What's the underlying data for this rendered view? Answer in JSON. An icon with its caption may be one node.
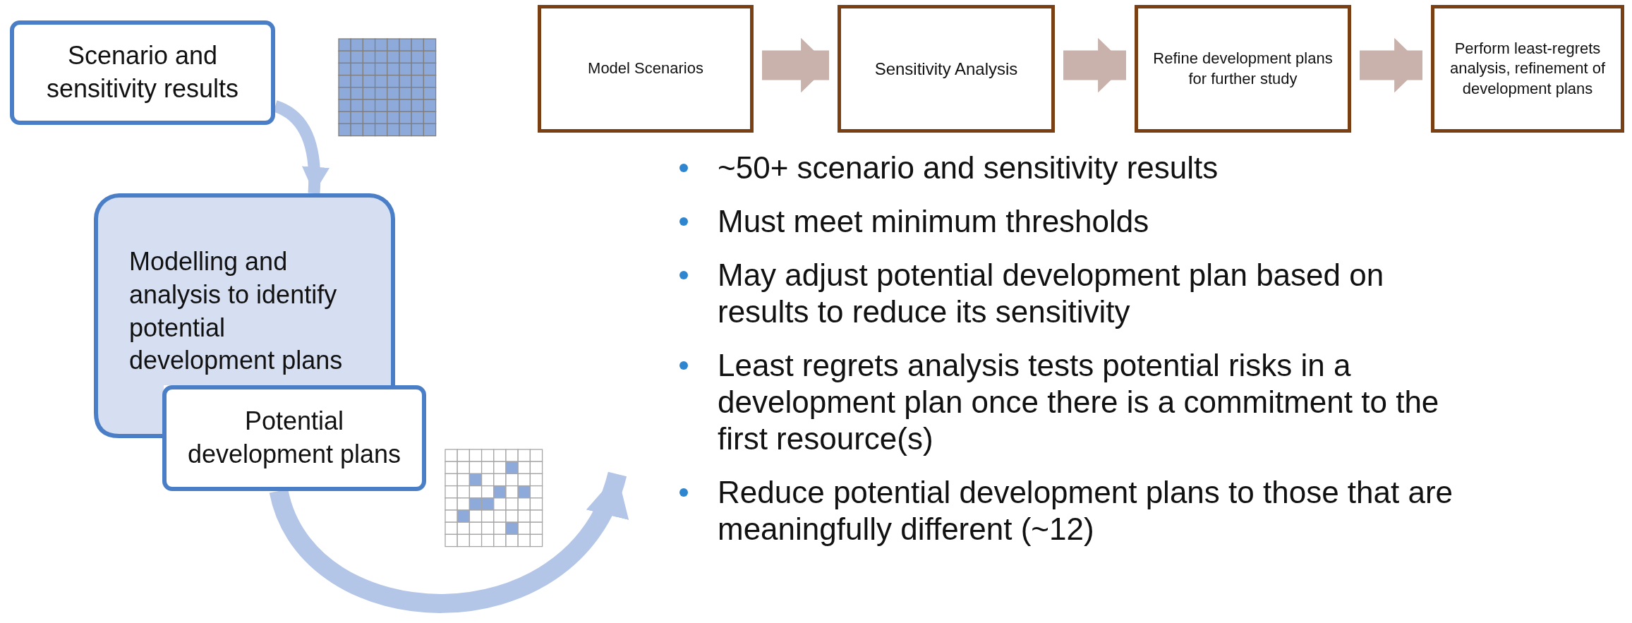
{
  "diagram": {
    "nodes": [
      {
        "text": [
          "Scenario and sensitivity results"
        ]
      },
      {
        "text": [
          "Modelling and analysis to identify potential development plans"
        ]
      },
      {
        "text": [
          "Potential development plans"
        ]
      },
      {
        "text": [
          "Model Scenarios"
        ]
      },
      {
        "text": [
          "Sensitivity Analysis"
        ]
      },
      {
        "text": [
          "Refine development plans for further study"
        ]
      },
      {
        "text": [
          "Perform least-regrets analysis, refinement of development plans"
        ]
      }
    ],
    "edges": [
      {
        "from": 0,
        "to": 1,
        "arrow": "to",
        "color": "#b4c6e7"
      },
      {
        "from": 2,
        "to": null,
        "arrow": "to",
        "color": "#b4c6e7"
      },
      {
        "from": 3,
        "to": 4,
        "arrow": "to"
      },
      {
        "from": 4,
        "to": 5,
        "arrow": "to"
      },
      {
        "from": 5,
        "to": 6,
        "arrow": "to"
      }
    ],
    "labels": [
      "~50+ scenario and sensitivity results",
      "Must meet minimum thresholds",
      "May adjust potential development plan based on results to reduce its sensitivity",
      "Least regrets analysis tests potential risks in a development plan once there is a commitment to the first resource(s)",
      "Reduce potential development plans to those that are meaningfully different (~12)"
    ]
  }
}
